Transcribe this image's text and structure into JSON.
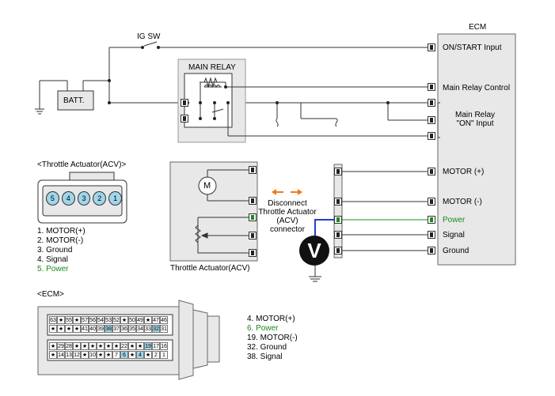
{
  "ig_sw": "IG SW",
  "batt": "BATT.",
  "main_relay": "MAIN RELAY",
  "ecm": {
    "title": "ECM",
    "labels": {
      "on_start": "ON/START Input",
      "main_relay_control": "Main Relay Control",
      "main_relay_on_input": "Main Relay\n\"ON\" Input",
      "motor_plus": "MOTOR (+)",
      "motor_minus": "MOTOR (-)",
      "power": "Power",
      "signal": "Signal",
      "ground": "Ground"
    }
  },
  "actuator_heading": "<Throttle Actuator(ACV)>",
  "actuator_caption": "Throttle Actuator(ACV)",
  "motor_symbol": "M",
  "voltmeter": "V",
  "disconnect_note": "Disconnect\nThrottle Actuator\n(ACV)\nconnector",
  "connector_pins": [
    "5",
    "4",
    "3",
    "2",
    "1"
  ],
  "acv_pinout": [
    "1. MOTOR(+)",
    "2. MOTOR(-)",
    "3. Ground",
    "4. Signal",
    "5. Power"
  ],
  "ecm_heading": "<ECM>",
  "ecm_pin_rows": [
    [
      "63",
      "★",
      "55",
      "★",
      "57",
      "56",
      "54",
      "53",
      "52",
      "★",
      "50",
      "49",
      "★",
      "47",
      "46"
    ],
    [
      "★",
      "★",
      "★",
      "★",
      "41",
      "40",
      "39",
      "38",
      "37",
      "36",
      "35",
      "34",
      "33",
      "32",
      "31"
    ],
    [
      "★",
      "29",
      "28",
      "★",
      "★",
      "★",
      "★",
      "★",
      "★",
      "22",
      "★",
      "★",
      "19",
      "17",
      "16"
    ],
    [
      "★",
      "14",
      "13",
      "12",
      "★",
      "10",
      "★",
      "★",
      "7",
      "6",
      "★",
      "4",
      "★",
      "2",
      "1"
    ]
  ],
  "ecm_pinout": [
    "4. MOTOR(+)",
    "6. Power",
    "19. MOTOR(-)",
    "32. Ground",
    "38. Signal"
  ],
  "colors": {
    "highlight_green": "#1a8a1a",
    "pin_blue": "#9fd6ea",
    "arrow_orange": "#f07a1a",
    "wire_blue": "#1f3fd0"
  }
}
